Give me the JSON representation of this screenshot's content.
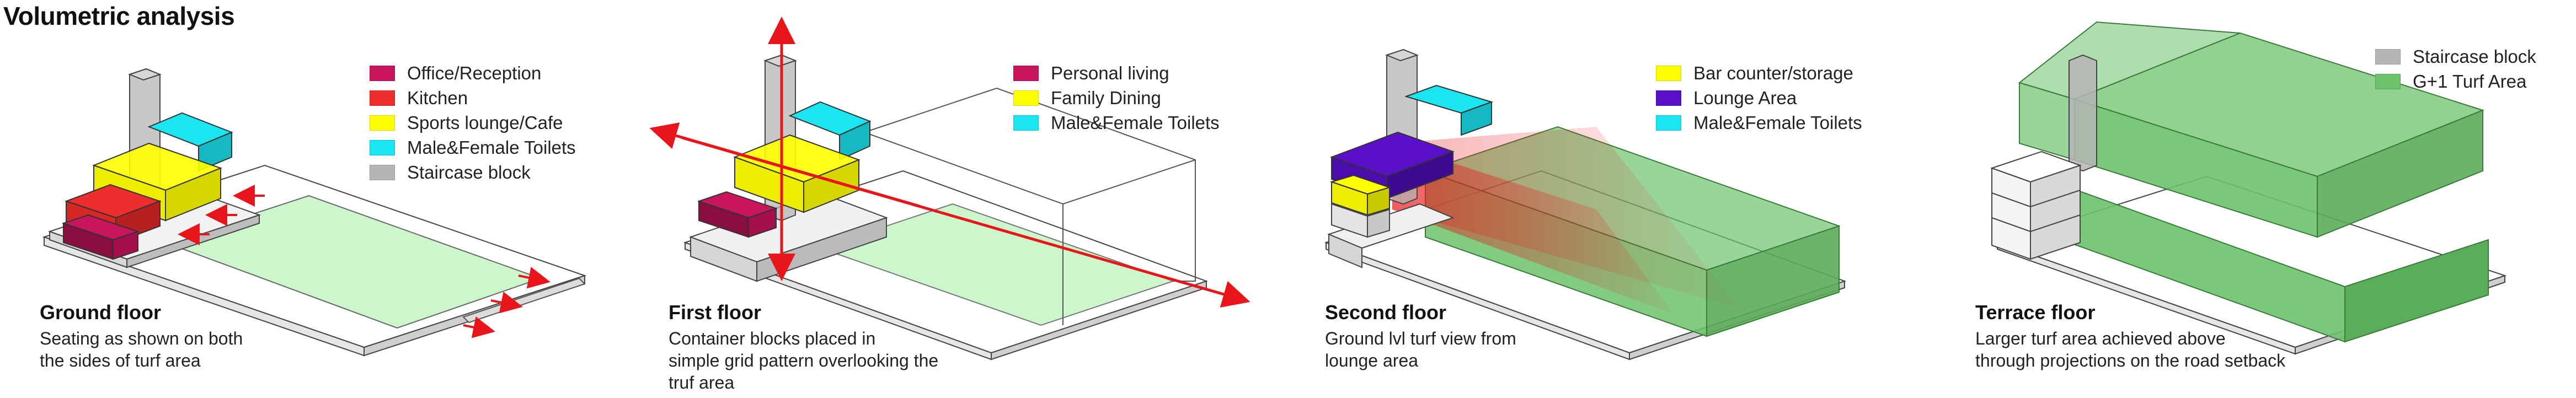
{
  "title": "Volumetric analysis",
  "colors": {
    "office": "#c8155e",
    "kitchen": "#ee2d2d",
    "lounge_yellow": "#ffff00",
    "toilets": "#19e6f0",
    "staircase": "#b5b5b5",
    "lounge_purple": "#5a0fc8",
    "turf": "#6cc36c",
    "turf_light": "#ccf7cc",
    "arrow": "#e8161a"
  },
  "panels": [
    {
      "legend": [
        {
          "label": "Office/Reception",
          "color": "#c8155e"
        },
        {
          "label": "Kitchen",
          "color": "#ee2d2d"
        },
        {
          "label": "Sports lounge/Cafe",
          "color": "#ffff00"
        },
        {
          "label": "Male&Female Toilets",
          "color": "#19e6f0"
        },
        {
          "label": "Staircase block",
          "color": "#b5b5b5"
        }
      ],
      "caption_title": "Ground floor",
      "caption_lines": [
        "Seating as shown on both",
        "the sides of turf area"
      ]
    },
    {
      "legend": [
        {
          "label": "Personal living",
          "color": "#c8155e"
        },
        {
          "label": "Family Dining",
          "color": "#ffff00"
        },
        {
          "label": "Male&Female Toilets",
          "color": "#19e6f0"
        }
      ],
      "caption_title": "First floor",
      "caption_lines": [
        "Container blocks placed in",
        "simple grid pattern overlooking the",
        "truf area"
      ]
    },
    {
      "legend": [
        {
          "label": "Bar counter/storage",
          "color": "#ffff00"
        },
        {
          "label": "Lounge Area",
          "color": "#5a0fc8"
        },
        {
          "label": "Male&Female Toilets",
          "color": "#19e6f0"
        }
      ],
      "caption_title": "Second floor",
      "caption_lines": [
        "Ground lvl turf view from",
        "lounge area"
      ]
    },
    {
      "legend": [
        {
          "label": "Staircase block",
          "color": "#b5b5b5"
        },
        {
          "label": "G+1 Turf Area",
          "color": "#6cc36c"
        }
      ],
      "caption_title": "Terrace floor",
      "caption_lines": [
        "Larger turf area achieved above",
        "through projections on the road setback"
      ]
    }
  ]
}
